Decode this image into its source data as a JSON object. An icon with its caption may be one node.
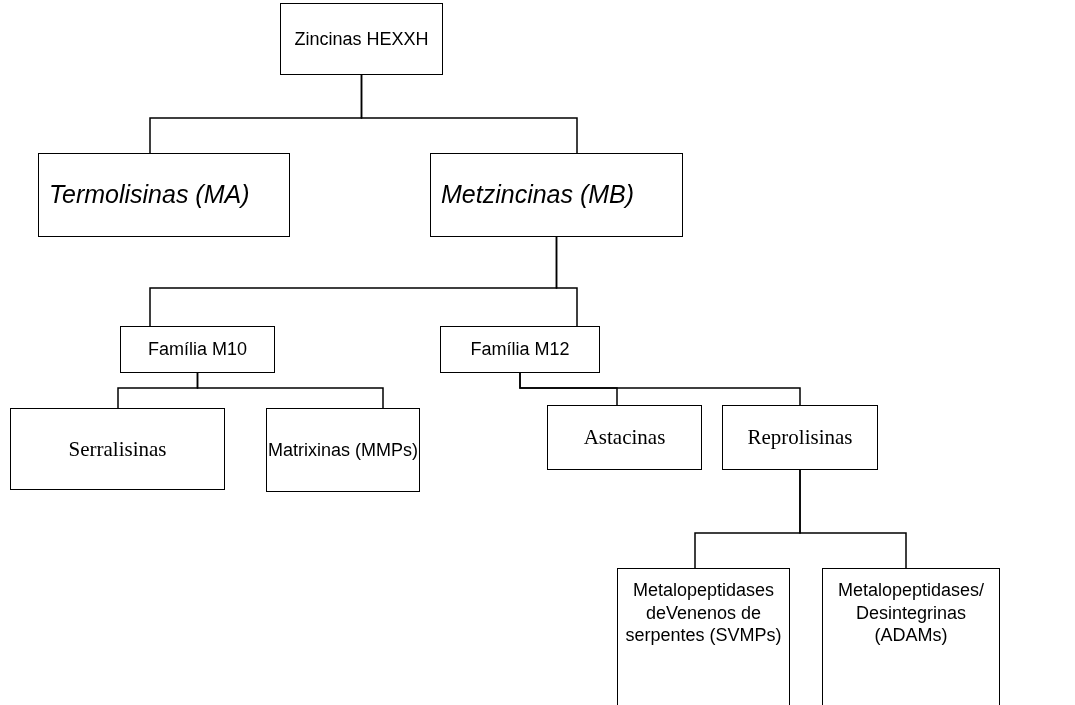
{
  "diagram": {
    "nodes": [
      {
        "text": [
          "Zincinas HEXXH"
        ]
      },
      {
        "text": [
          "Termolisinas (MA)"
        ]
      },
      {
        "text": [
          "Metzincinas (MB)"
        ]
      },
      {
        "text": [
          "Família M10"
        ]
      },
      {
        "text": [
          "Família M12"
        ]
      },
      {
        "text": [
          "Serralisinas"
        ]
      },
      {
        "text": [
          "Matrixinas (MMPs)"
        ]
      },
      {
        "text": [
          "Astacinas"
        ]
      },
      {
        "text": [
          "Reprolisinas"
        ]
      },
      {
        "text": [
          "Metalopeptidases deVenenos de serpentes (SVMPs)"
        ]
      },
      {
        "text": [
          "Metalopeptidases/ Desintegrinas (ADAMs)"
        ]
      }
    ],
    "edges": [
      {
        "from": 0,
        "to": 1,
        "arrow": "none"
      },
      {
        "from": 0,
        "to": 2,
        "arrow": "none"
      },
      {
        "from": 2,
        "to": 3,
        "arrow": "none"
      },
      {
        "from": 2,
        "to": 4,
        "arrow": "none"
      },
      {
        "from": 3,
        "to": 5,
        "arrow": "none"
      },
      {
        "from": 3,
        "to": 6,
        "arrow": "none"
      },
      {
        "from": 4,
        "to": 7,
        "arrow": "none"
      },
      {
        "from": 4,
        "to": 8,
        "arrow": "none"
      },
      {
        "from": 8,
        "to": 9,
        "arrow": "none"
      },
      {
        "from": 8,
        "to": 10,
        "arrow": "none"
      }
    ]
  }
}
